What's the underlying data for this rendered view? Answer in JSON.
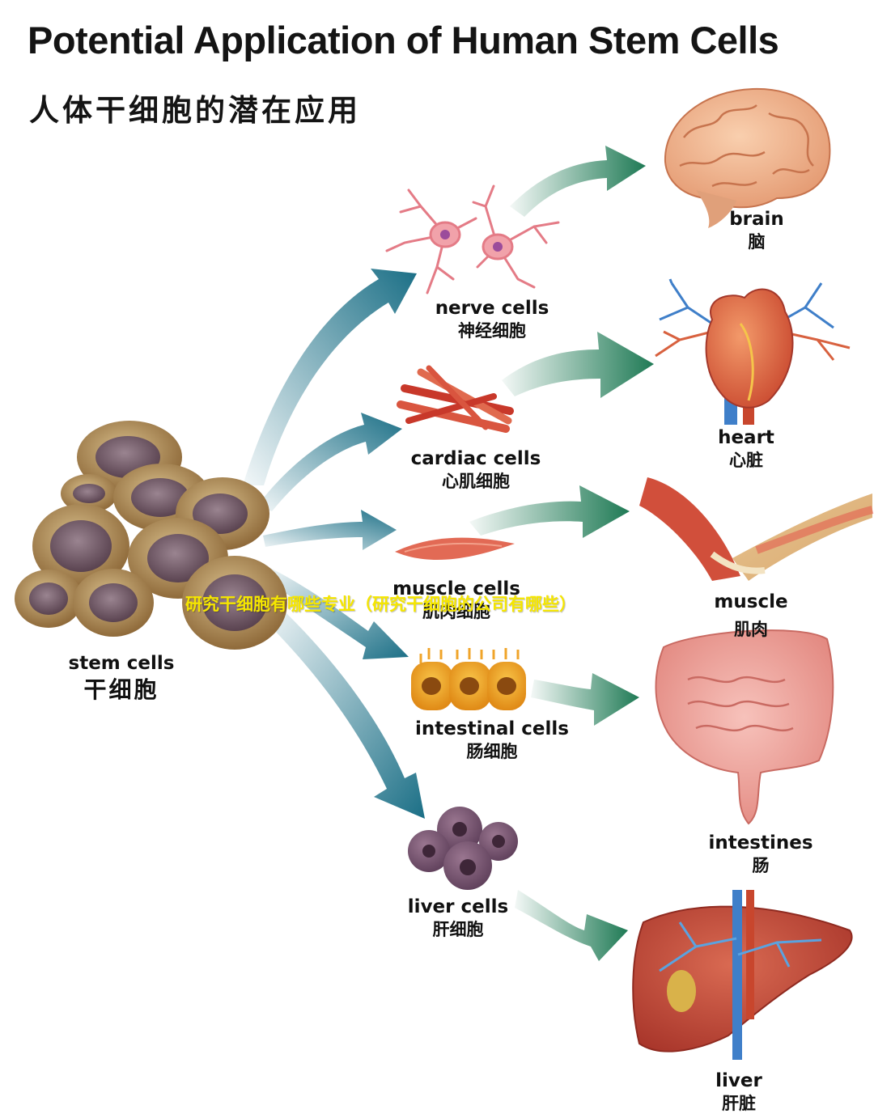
{
  "title": {
    "en": "Potential Application of Human Stem Cells",
    "zh": "人体干细胞的潜在应用"
  },
  "source": {
    "en": "stem cells",
    "zh": "干细胞"
  },
  "cells": [
    {
      "en": "nerve cells",
      "zh": "神经细胞"
    },
    {
      "en": "cardiac cells",
      "zh": "心肌细胞"
    },
    {
      "en": "muscle cells",
      "zh": "肌肉细胞"
    },
    {
      "en": "intestinal cells",
      "zh": "肠细胞"
    },
    {
      "en": "liver cells",
      "zh": "肝细胞"
    }
  ],
  "organs": [
    {
      "en": "brain",
      "zh": "脑"
    },
    {
      "en": "heart",
      "zh": "心脏"
    },
    {
      "en": "muscle",
      "zh": "肌肉"
    },
    {
      "en": "intestines",
      "zh": "肠"
    },
    {
      "en": "liver",
      "zh": "肝脏"
    }
  ],
  "overlay_text": "研究干细胞有哪些专业（研究干细胞的公司有哪些）",
  "colors": {
    "arrow_blue": "#1b6f86",
    "arrow_green": "#1f7a55",
    "overlay": "#f5e600"
  }
}
